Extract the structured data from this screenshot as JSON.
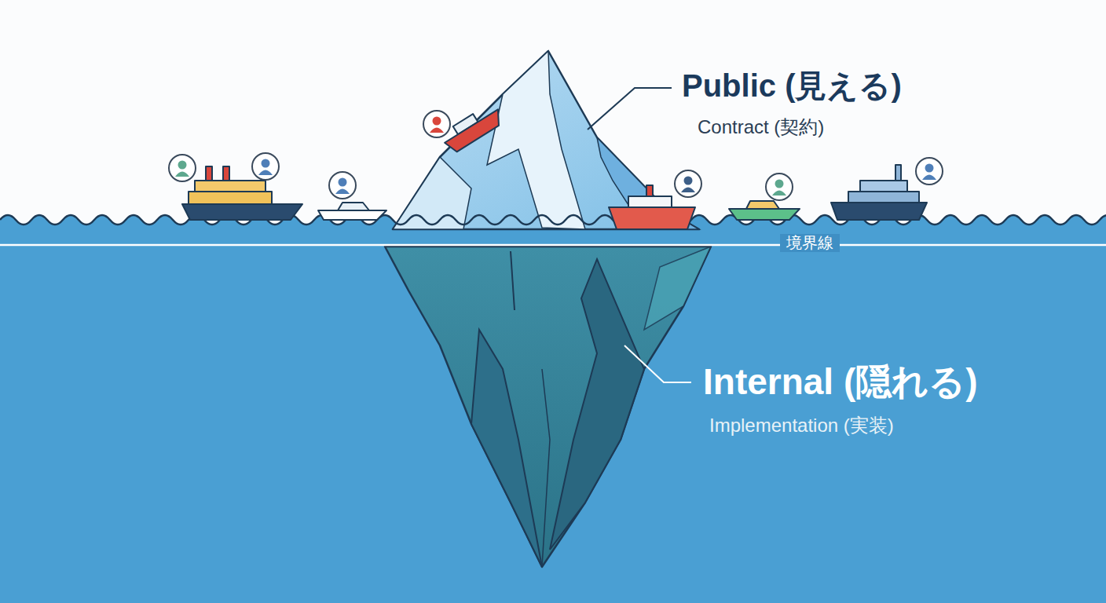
{
  "diagram": {
    "labels": [
      "Public (見える)",
      "Contract (契約)",
      "境界線",
      "Internal (隠れる)",
      "Implementation (実装)"
    ]
  }
}
